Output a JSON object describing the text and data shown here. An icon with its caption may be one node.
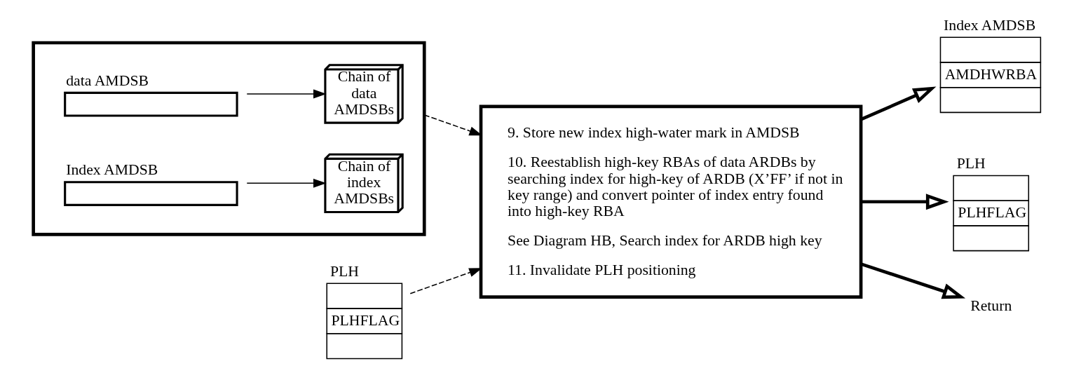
{
  "diagram": {
    "nodes": [
      {
        "text": [],
        "shape": "box"
      },
      {
        "text": [
          "data AMDSB"
        ],
        "in": 0
      },
      {
        "text": [
          "Chain of data AMDSBs"
        ],
        "in": 0
      },
      {
        "text": [
          "Index AMDSB"
        ],
        "in": 0
      },
      {
        "text": [
          "Chain of index AMDSBs"
        ],
        "in": 0
      },
      {
        "text": [
          "PLH",
          "PLHFLAG"
        ]
      },
      {
        "text": [
          "9. Store new index high-water mark in AMDSB",
          "10. Reestablish high-key RBAs of data ARDBs by searching index for high-key of ARDB (X’FF’ if not in key range) and convert pointer of index entry found into high-key RBA",
          "See Diagram HB, Search index for ARDB high key",
          "11. Invalidate PLH positioning"
        ]
      },
      {
        "text": [
          "Index AMDSB",
          "AMDHWRBA"
        ]
      },
      {
        "text": [
          "PLH",
          "PLHFLAG"
        ]
      },
      {
        "text": [
          "Return"
        ]
      }
    ],
    "edges": [
      {
        "from": 1,
        "to": 2,
        "arrow": "to"
      },
      {
        "from": 3,
        "to": 4,
        "arrow": "to"
      },
      {
        "from": 0,
        "to": 6,
        "arrow": "to",
        "style": "dashed"
      },
      {
        "from": 5,
        "to": 6,
        "arrow": "to",
        "style": "dashed"
      },
      {
        "from": 6,
        "to": 7,
        "arrow": "to",
        "style": "thick"
      },
      {
        "from": 6,
        "to": 8,
        "arrow": "to",
        "style": "thick"
      },
      {
        "from": 6,
        "to": 9,
        "arrow": "to",
        "style": "thick"
      }
    ]
  }
}
